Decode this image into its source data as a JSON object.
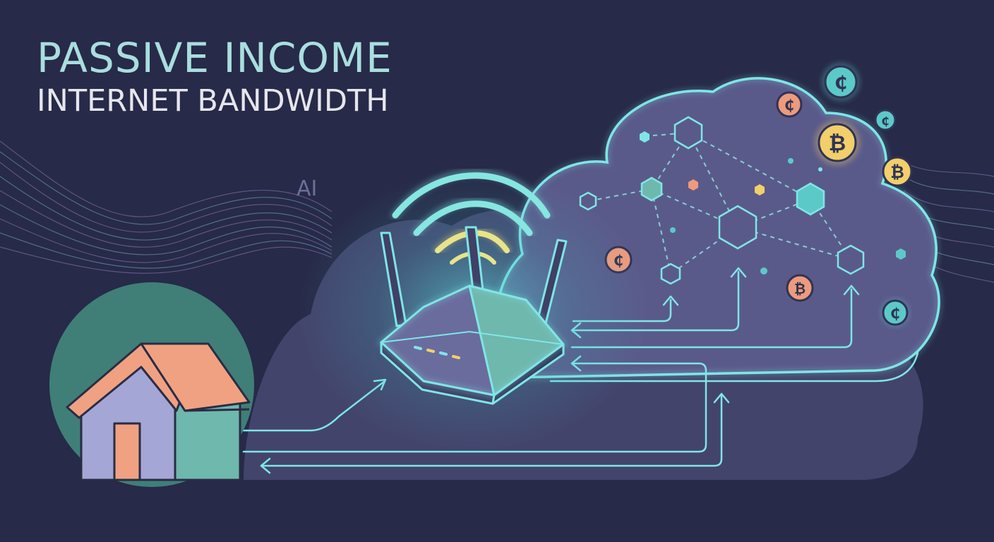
{
  "title": {
    "line1": "PASSIVE INCOME",
    "line2": "INTERNET BANDWIDTH"
  },
  "label_ai": "AI",
  "coin_glyphs": {
    "crypto": "₵",
    "bitcoin": "₿"
  },
  "colors": {
    "background": "#272a48",
    "cloud_fill": "#5a5a8a",
    "cloud_outline": "#7fe6e6",
    "glow": "#5ff0e8",
    "house_roof": "#f0a182",
    "house_wall": "#a4a6d6",
    "house_side": "#6fb8ae",
    "house_backdrop": "#3f7f78",
    "coin_teal": "#5cc9c9",
    "coin_gold": "#f2cf6a",
    "coin_salmon": "#ee9a7c"
  },
  "icons": [
    "house-icon",
    "router-icon",
    "wifi-icon",
    "cloud-icon",
    "network-icon",
    "bitcoin-coin-icon",
    "crypto-coin-icon",
    "signal-wave-icon"
  ]
}
